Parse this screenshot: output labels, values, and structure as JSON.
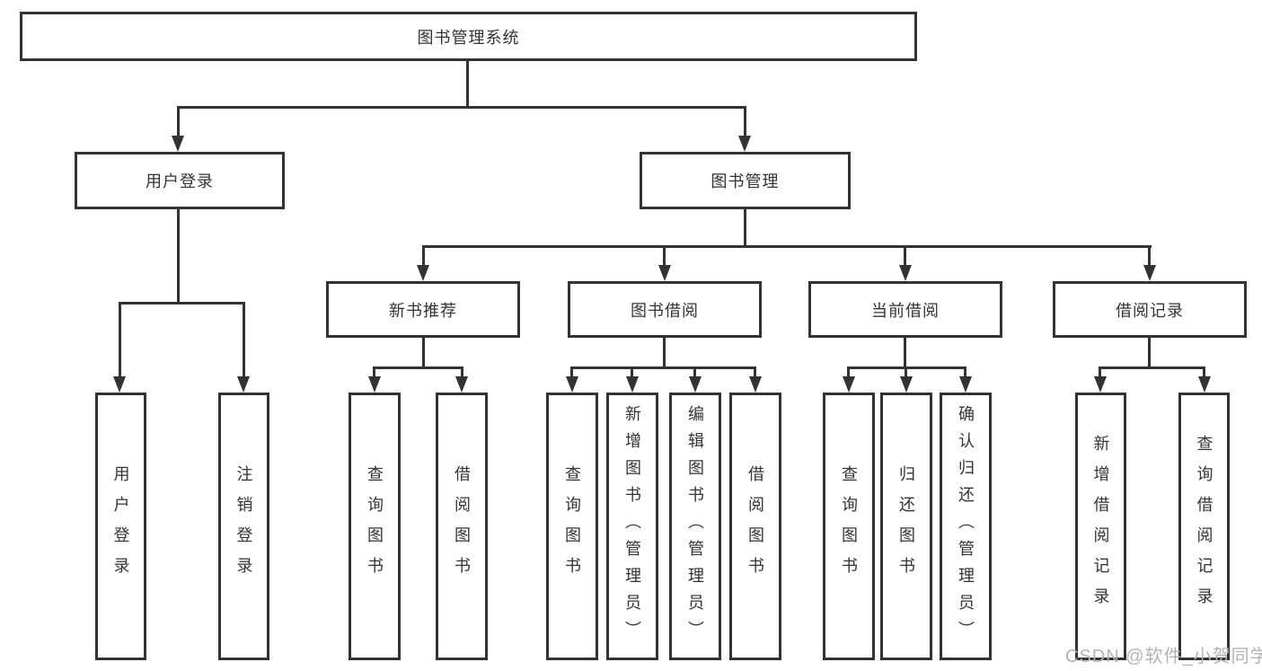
{
  "tree": {
    "title": "图书管理系统",
    "children": [
      {
        "label": "用户登录",
        "children": [
          {
            "label": "用户登录"
          },
          {
            "label": "注销登录"
          }
        ]
      },
      {
        "label": "图书管理",
        "children": [
          {
            "label": "新书推荐",
            "children": [
              {
                "label": "查询图书"
              },
              {
                "label": "借阅图书"
              }
            ]
          },
          {
            "label": "图书借阅",
            "children": [
              {
                "label": "查询图书"
              },
              {
                "label": "新增图书（管理员）"
              },
              {
                "label": "编辑图书（管理员）"
              },
              {
                "label": "借阅图书"
              }
            ]
          },
          {
            "label": "当前借阅",
            "children": [
              {
                "label": "查询图书"
              },
              {
                "label": "归还图书"
              },
              {
                "label": "确认归还（管理员）"
              }
            ]
          },
          {
            "label": "借阅记录",
            "children": [
              {
                "label": "新增借阅记录"
              },
              {
                "label": "查询借阅记录"
              }
            ]
          }
        ]
      }
    ]
  },
  "watermark": "CSDN @软件_小贺同学",
  "colors": {
    "line": "#333333",
    "box_border": "#333333",
    "text": "#333333",
    "watermark": "#b3b3b3",
    "background": "#ffffff"
  }
}
